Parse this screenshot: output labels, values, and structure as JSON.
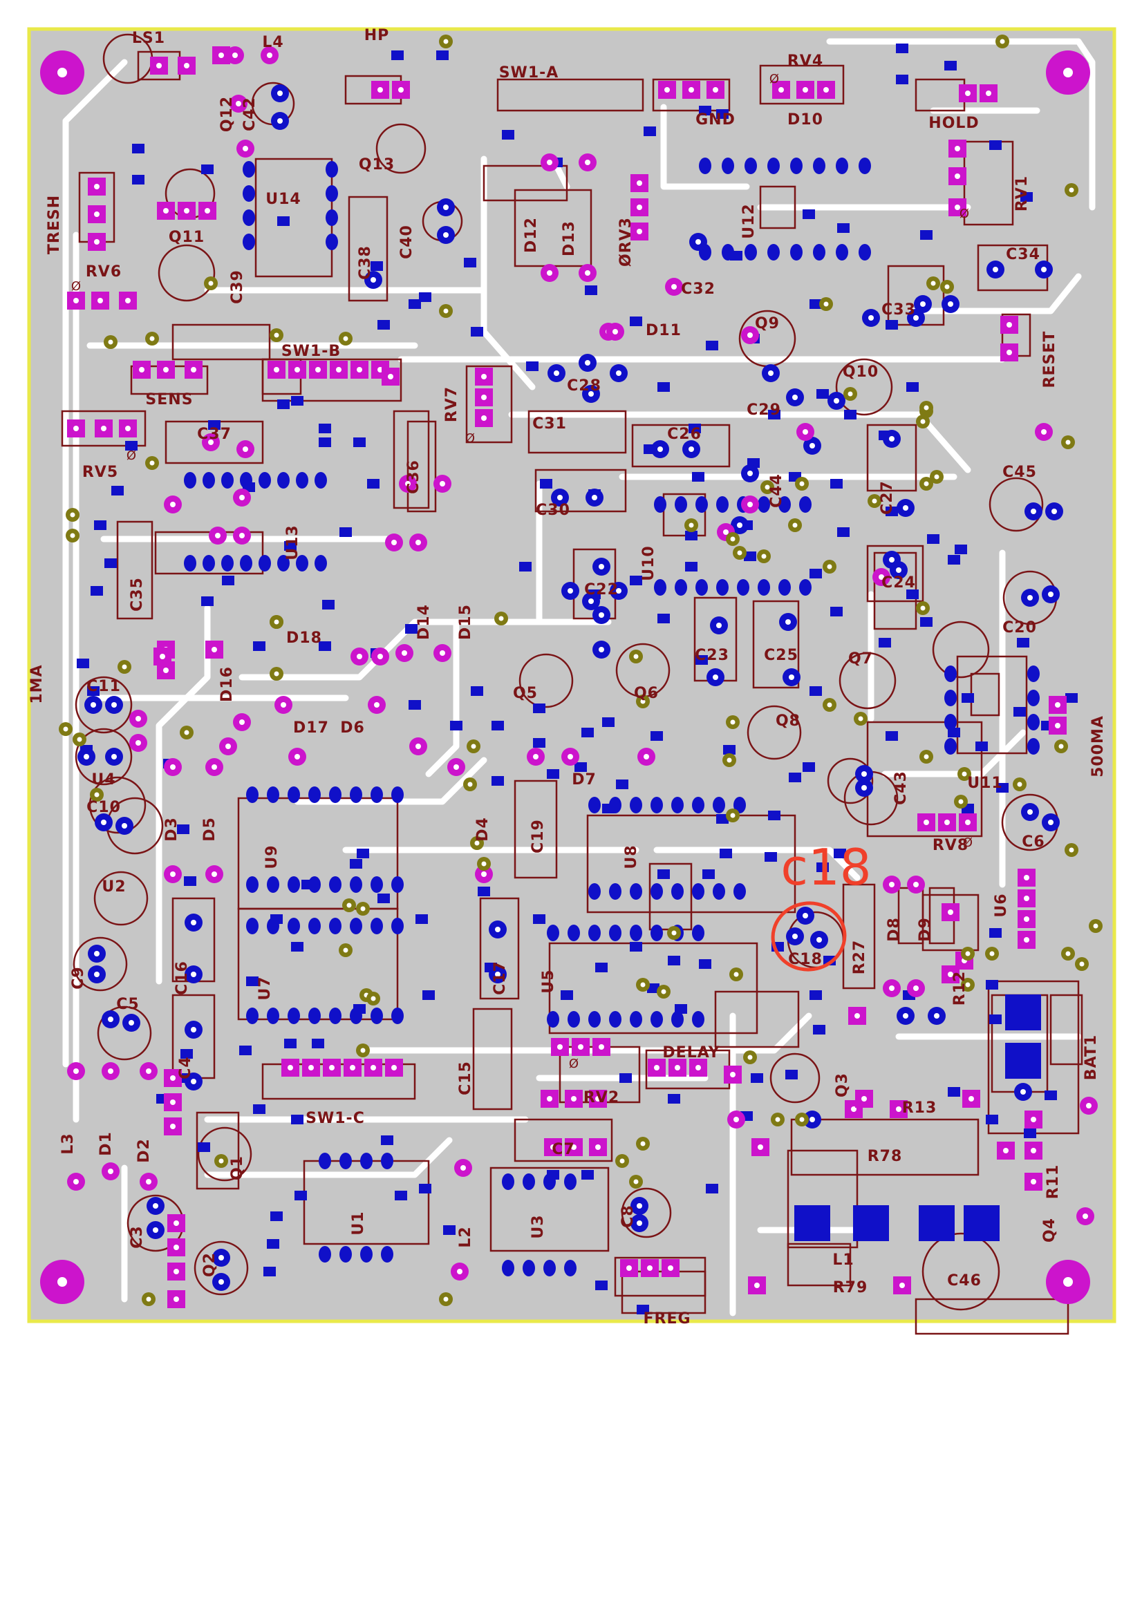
{
  "board": {
    "colors": {
      "page": "#ffffff",
      "board_fill": "#c6c6c6",
      "board_outline": "#e9e94a",
      "trace": "#ffffff",
      "silk": "#7a1416",
      "smd_pad": "#1010c8",
      "tht_pad": "#cc14cc",
      "via": "#7f7a14",
      "mount_hole": "#cc14cc",
      "annotation": "#f0402a"
    },
    "icons": {
      "mount_hole": "mounting-hole-icon",
      "via": "via-icon"
    },
    "labels": {
      "ls1": "LS1",
      "l4": "L4",
      "hp": "HP",
      "sw1a": "SW1-A",
      "rv4": "RV4",
      "gnd": "GND",
      "d10": "D10",
      "hold": "HOLD",
      "q12": "Q12",
      "c42": "C42",
      "q13": "Q13",
      "tresh": "TRESH",
      "q11": "Q11",
      "u14": "U14",
      "c39": "C39",
      "c38": "C38",
      "c40": "C40",
      "d12": "D12",
      "d13": "D13",
      "rv3": "ØRV3",
      "u12": "U12",
      "rv1": "RV1",
      "c34": "C34",
      "rv6": "RV6",
      "c32": "C32",
      "c33": "C33",
      "reset": "RESET",
      "d11": "D11",
      "q9": "Q9",
      "sw1b": "SW1-B",
      "sens": "SENS",
      "rv7": "RV7",
      "c28": "C28",
      "q10": "Q10",
      "c29": "C29",
      "rv5": "RV5",
      "c37": "C37",
      "c36": "C36",
      "c31": "C31",
      "c26": "C26",
      "c44": "C44",
      "c27": "C27",
      "c45": "C45",
      "u13": "U13",
      "c30": "C30",
      "u10": "U10",
      "c35": "C35",
      "c22": "C22",
      "c24": "C24",
      "c20": "C20",
      "d14": "D14",
      "d15": "D15",
      "d18": "D18",
      "d16": "D16",
      "c23": "C23",
      "c25": "C25",
      "q5": "Q5",
      "q6": "Q6",
      "q7": "Q7",
      "ma1": "1MA",
      "c11": "C11",
      "d17": "D17",
      "d6": "D6",
      "q8": "Q8",
      "ma500": "500MA",
      "u4": "U4",
      "d7": "D7",
      "c43": "C43",
      "u11": "U11",
      "c10": "C10",
      "d3": "D3",
      "d5": "D5",
      "u9": "U9",
      "d4": "D4",
      "c19": "C19",
      "u8": "U8",
      "rv8": "RV8",
      "c6": "C6",
      "u2": "U2",
      "u6": "U6",
      "c9": "C9",
      "c16": "C16",
      "u7": "U7",
      "c17": "C17",
      "u5": "U5",
      "c18": "C18",
      "r27": "R27",
      "d8": "D8",
      "d9": "D9",
      "r12": "R12",
      "c5": "C5",
      "bat1": "BAT1",
      "c4": "C4",
      "c15": "C15",
      "rv2": "RV2",
      "delay": "DELAY",
      "q3": "Q3",
      "sw1c": "SW1-C",
      "r13": "R13",
      "l3": "L3",
      "d1": "D1",
      "d2": "D2",
      "q1": "Q1",
      "c7": "C7",
      "r78": "R78",
      "r11": "R11",
      "c3": "C3",
      "u1": "U1",
      "l2": "L2",
      "u3": "U3",
      "c8": "C8",
      "l1": "L1",
      "c46": "C46",
      "q4": "Q4",
      "q2": "Q2",
      "r79": "R79",
      "freg": "FREG",
      "rv_zero": "Ø"
    },
    "annotation": {
      "text": "c18",
      "target": "C18"
    }
  }
}
